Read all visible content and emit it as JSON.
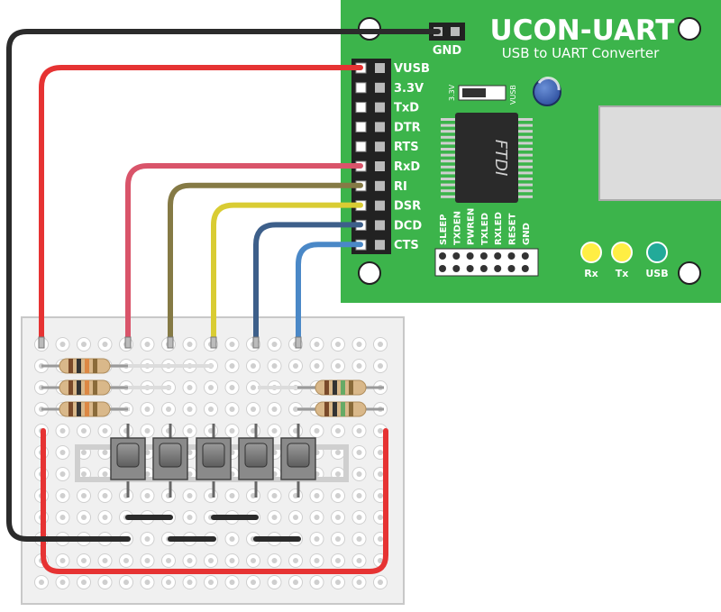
{
  "board": {
    "title": "UCON-UART",
    "subtitle": "USB to UART Converter",
    "chip_label": "FTDI",
    "gnd_label": "GND",
    "switch_left_label": "3.3V",
    "switch_right_label": "VUSB",
    "pins": [
      "VUSB",
      "3.3V",
      "TxD",
      "DTR",
      "RTS",
      "RxD",
      "RI",
      "DSR",
      "DCD",
      "CTS"
    ],
    "bottom_header_labels": [
      "SLEEP",
      "TXDEN",
      "PWREN",
      "TXLED",
      "RXLED",
      "RESET",
      "GND"
    ],
    "leds": [
      {
        "label": "Rx",
        "color": "#ffee44"
      },
      {
        "label": "Tx",
        "color": "#ffee44"
      },
      {
        "label": "USB",
        "color": "#22aa99"
      }
    ],
    "color": "#3cb44b"
  },
  "wires": [
    {
      "pin": "VUSB",
      "color": "#e63333"
    },
    {
      "pin": "RxD",
      "color": "#d9546a"
    },
    {
      "pin": "RI",
      "color": "#857a45"
    },
    {
      "pin": "DSR",
      "color": "#d9cc33"
    },
    {
      "pin": "DCD",
      "color": "#3d5f8a"
    },
    {
      "pin": "CTS",
      "color": "#4a88c7"
    },
    {
      "pin": "GND",
      "color": "#2b2b2b"
    }
  ],
  "breadboard": {
    "color": "#f0f0f0",
    "resistors": 5,
    "buttons": 5
  }
}
